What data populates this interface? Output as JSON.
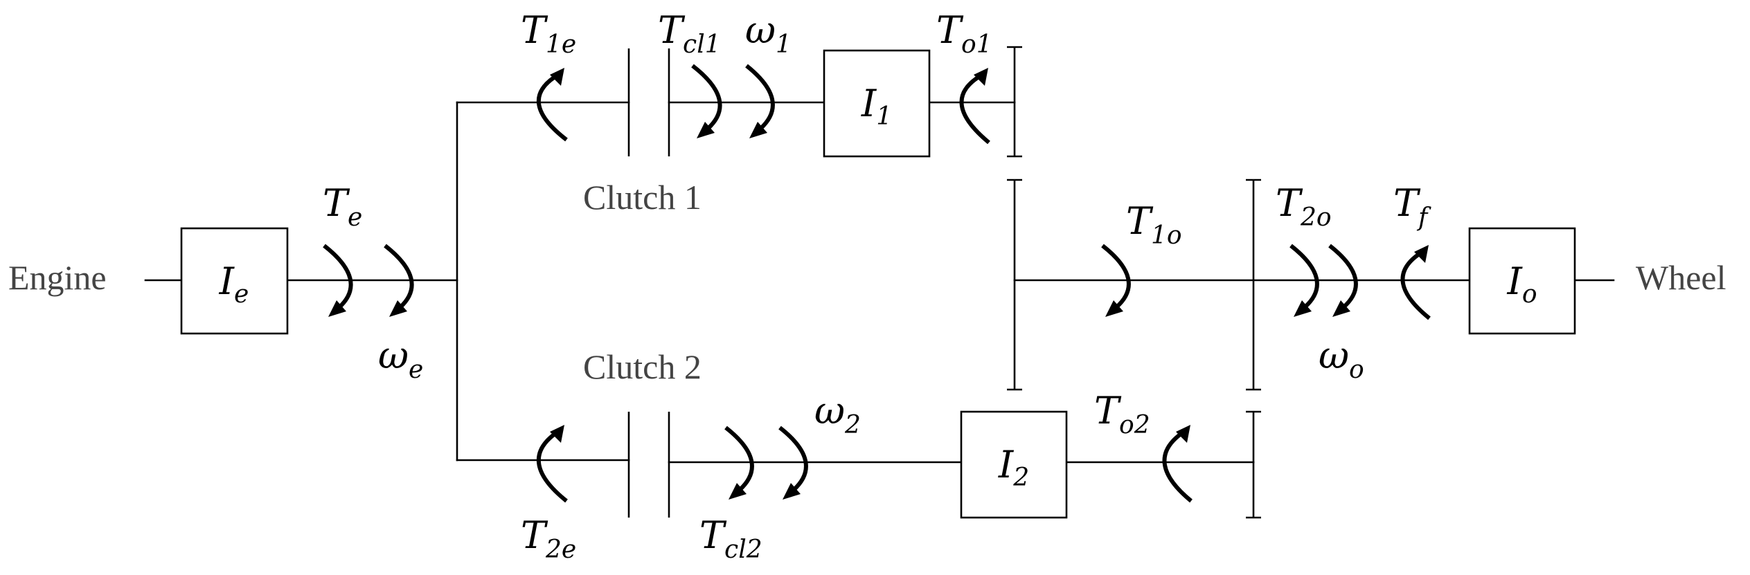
{
  "labels": {
    "engine": "Engine",
    "wheel": "Wheel",
    "clutch1": "Clutch 1",
    "clutch2": "Clutch 2"
  },
  "inertias": {
    "ie": {
      "base": "I",
      "sub": "e"
    },
    "i1": {
      "base": "I",
      "sub": "1"
    },
    "i2": {
      "base": "I",
      "sub": "2"
    },
    "io": {
      "base": "I",
      "sub": "o"
    }
  },
  "symbols": {
    "te": {
      "base": "T",
      "sub": "e"
    },
    "we": {
      "base": "ω",
      "sub": "e"
    },
    "t1e": {
      "base": "T",
      "sub": "1e"
    },
    "tcl1": {
      "base": "T",
      "sub": "cl1"
    },
    "w1": {
      "base": "ω",
      "sub": "1"
    },
    "to1": {
      "base": "T",
      "sub": "o1"
    },
    "t1o": {
      "base": "T",
      "sub": "1o"
    },
    "t2o": {
      "base": "T",
      "sub": "2o"
    },
    "tf": {
      "base": "T",
      "sub": "f"
    },
    "wo": {
      "base": "ω",
      "sub": "o"
    },
    "t2e": {
      "base": "T",
      "sub": "2e"
    },
    "tcl2": {
      "base": "T",
      "sub": "cl2"
    },
    "w2": {
      "base": "ω",
      "sub": "2"
    },
    "to2": {
      "base": "T",
      "sub": "o2"
    }
  }
}
